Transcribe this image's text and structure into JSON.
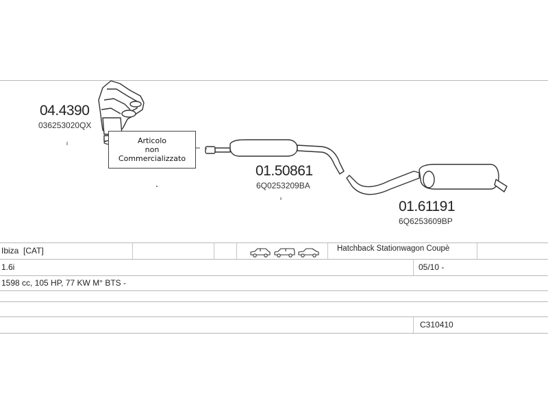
{
  "diagram": {
    "parts": [
      {
        "number": "04.4390",
        "oem": "036253020QX",
        "icon": "catalytic-converter-icon"
      },
      {
        "number": "01.50861",
        "oem": "6Q0253209BA",
        "icon": "middle-silencer-icon"
      },
      {
        "number": "01.61191",
        "oem": "6Q6253609BP",
        "icon": "rear-silencer-icon"
      }
    ],
    "note": {
      "line1": "Articolo",
      "line2": "non",
      "line3": "Commercializzato"
    }
  },
  "table": {
    "model": "Ibiza  [CAT]",
    "body_types": "Hatchback Stationwagon Coupè",
    "body_icons": [
      "hatchback-car-icon",
      "stationwagon-car-icon",
      "coupe-car-icon"
    ],
    "engine": "1.6i",
    "date_range": "05/10 -",
    "specs": "1598 cc, 105 HP, 77 KW M° BTS -",
    "code": "C310410"
  },
  "colors": {
    "line": "#333333",
    "fill": "#ffffff",
    "rule": "#b8b8b8"
  }
}
